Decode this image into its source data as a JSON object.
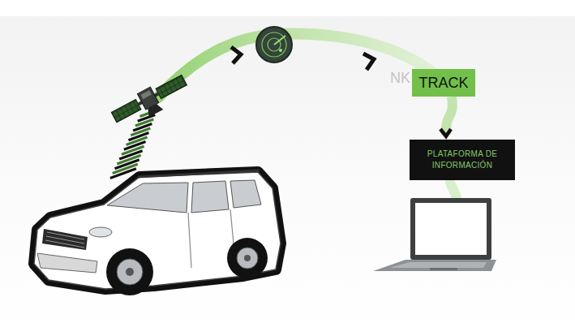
{
  "diagram": {
    "nodes": [
      {
        "text": [
          "TRACK"
        ]
      },
      {
        "text": [
          "PLATAFORMA DE INFORMACIÓN"
        ]
      }
    ],
    "edges": [
      {
        "from": 0,
        "to": 1,
        "arrow": "to"
      }
    ],
    "labels": [
      "NK"
    ]
  }
}
